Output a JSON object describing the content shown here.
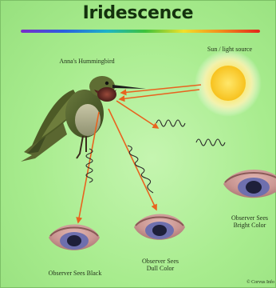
{
  "title": "Iridescence",
  "labels": {
    "bird": "Anna's Hummingbird",
    "sun": "Sun / light source",
    "obs_black": "Observer Sees Black",
    "obs_dull_1": "Observer Sees",
    "obs_dull_2": "Dull Color",
    "obs_bright_1": "Observer Sees",
    "obs_bright_2": "Bright Color",
    "copyright": "© Corvus Info"
  },
  "colors": {
    "background": "#a8ec8e",
    "title": "#14320e",
    "arrow": "#e8631f",
    "wave": "#2a2a2a",
    "sun": "#ffd93a"
  }
}
